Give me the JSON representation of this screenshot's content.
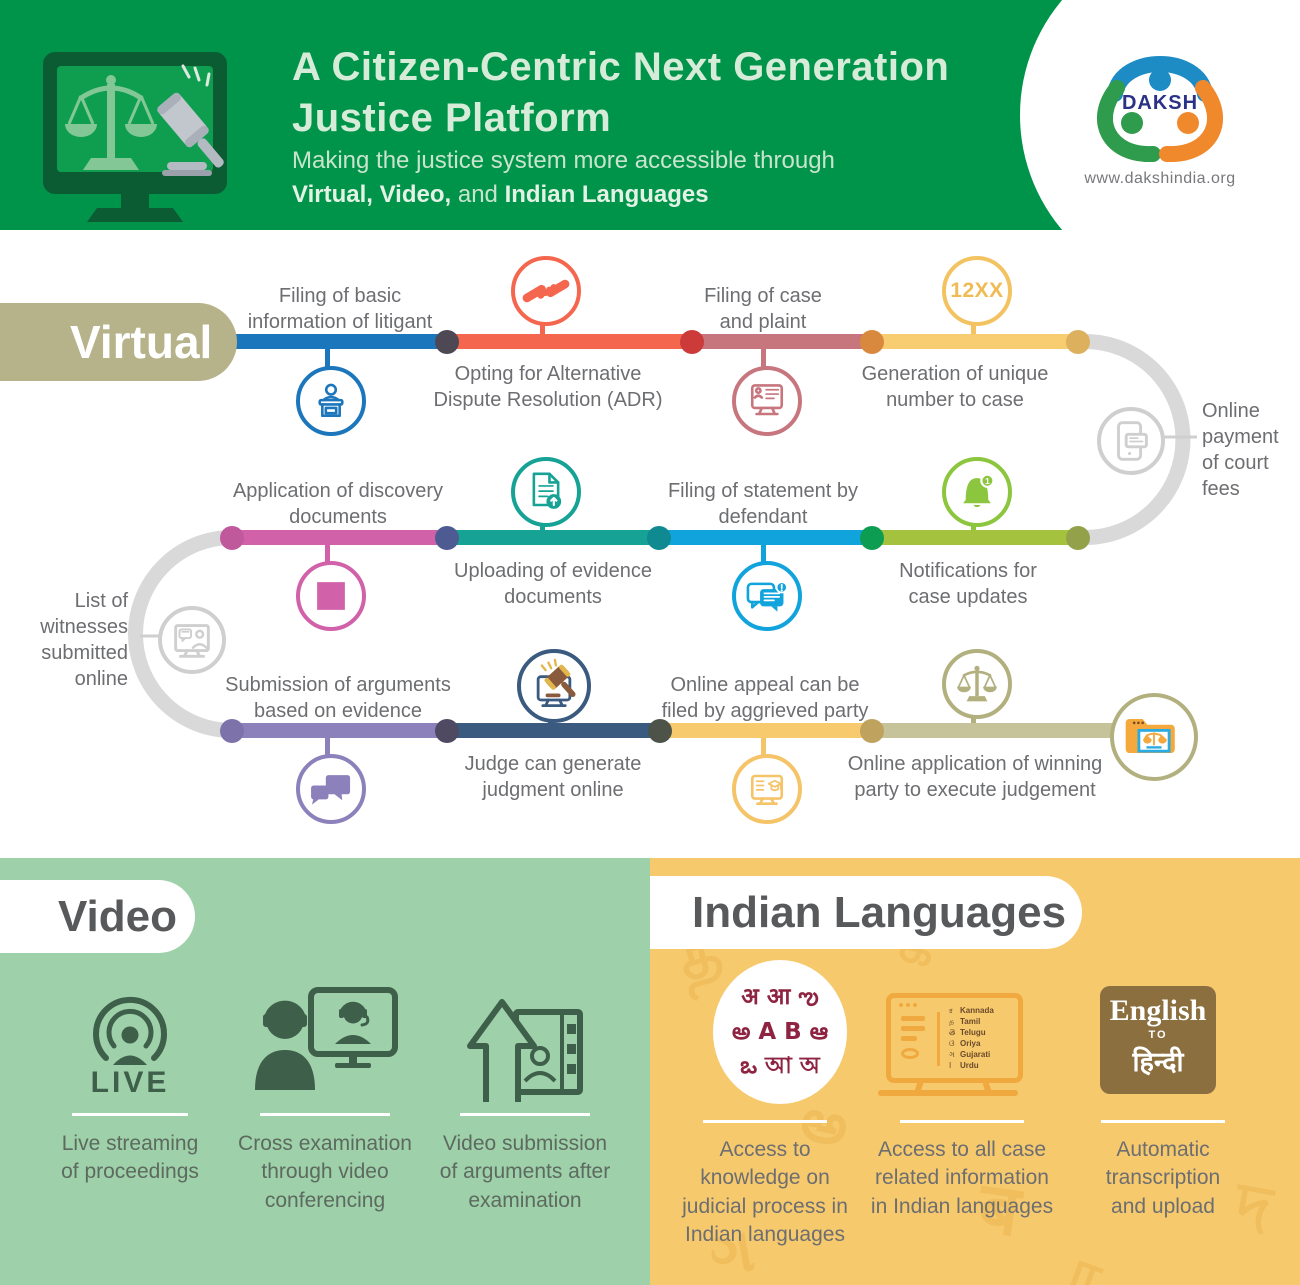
{
  "header": {
    "title": "A Citizen-Centric Next Generation\nJustice Platform",
    "subtitle_line1": "Making the justice system more accessible through",
    "subtitle_bold1": "Virtual, Video,",
    "subtitle_mid": " and ",
    "subtitle_bold2": "Indian Languages",
    "logo_text": "DAKSH",
    "website": "www.dakshindia.org"
  },
  "virtual": {
    "section_label": "Virtual",
    "steps": [
      {
        "label": "Filing of basic\ninformation of litigant",
        "icon": "podium-speaker-icon",
        "color": "#1c76bc"
      },
      {
        "label": "Opting for Alternative\nDispute Resolution (ADR)",
        "icon": "handshake-icon",
        "color": "#f4674e"
      },
      {
        "label": "Filing of case\nand plaint",
        "icon": "monitor-document-icon",
        "color": "#c7767e"
      },
      {
        "label": "Generation of unique\nnumber to case",
        "icon": "case-number-badge",
        "badge": "12XX",
        "color": "#f8cd71"
      },
      {
        "label": "Online\npayment\nof court\nfees",
        "icon": "mobile-payment-icon",
        "color": "#d9d9d9"
      },
      {
        "label": "Notifications for\ncase updates",
        "icon": "notification-bell-icon",
        "badge": "1",
        "color": "#a5c23e"
      },
      {
        "label": "Filing of statement by\ndefendant",
        "icon": "chat-messages-icon",
        "color": "#10a3dc"
      },
      {
        "label": "Uploading of evidence\ndocuments",
        "icon": "document-upload-icon",
        "color": "#17a296"
      },
      {
        "label": "Application of discovery\ndocuments",
        "icon": "document-square-icon",
        "color": "#d162a9"
      },
      {
        "label": "List of\nwitnesses\nsubmitted\nonline",
        "icon": "witness-monitor-icon",
        "color": "#d9d9d9"
      },
      {
        "label": "Submission of arguments\nbased on evidence",
        "icon": "speech-bubbles-icon",
        "color": "#8d81bb"
      },
      {
        "label": "Judge can generate\njudgment online",
        "icon": "gavel-monitor-icon",
        "color": "#3a5a80"
      },
      {
        "label": "Online appeal can be\nfiled by aggrieved party",
        "icon": "appeal-monitor-icon",
        "color": "#f7ca6e"
      },
      {
        "label": "Online application of winning\nparty to execute judgement",
        "icon": "scales-of-justice-icon",
        "color": "#c6c39b"
      }
    ],
    "end_icon": "case-folder-icon"
  },
  "video": {
    "section_label": "Video",
    "items": [
      {
        "label": "Live streaming\nof proceedings",
        "icon": "live-stream-icon",
        "icon_text": "LIVE"
      },
      {
        "label": "Cross examination\nthrough video\nconferencing",
        "icon": "video-conference-icon"
      },
      {
        "label": "Video submission\nof arguments after\nexamination",
        "icon": "video-upload-icon"
      }
    ]
  },
  "indian_languages": {
    "section_label": "Indian Languages",
    "items": [
      {
        "label": "Access to\nknowledge on\njudicial process in\nIndian languages",
        "icon": "scripts-circle-icon"
      },
      {
        "label": "Access to all case\nrelated information\nin Indian languages",
        "icon": "languages-monitor-icon"
      },
      {
        "label": "Automatic\ntranscription\nand upload",
        "icon": "english-to-hindi-icon"
      }
    ],
    "scripts_circle_letters": "अ आ ఌ\nఅ A B ఆ\nఒ আ অ",
    "monitor_languages": [
      {
        "glyph": "ಕ",
        "name": "Kannada"
      },
      {
        "glyph": "த",
        "name": "Tamil"
      },
      {
        "glyph": "తె",
        "name": "Telugu"
      },
      {
        "glyph": "ଓ",
        "name": "Oriya"
      },
      {
        "glyph": "ગ",
        "name": "Gujarati"
      },
      {
        "glyph": "ا",
        "name": "Urdu"
      }
    ],
    "translator": {
      "from": "English",
      "to_word": "TO",
      "target": "हिन्दी"
    },
    "pattern_letters": [
      "த",
      "ह",
      "అ",
      "ब",
      "দ",
      "ர",
      "ગ",
      "க"
    ]
  },
  "colors": {
    "header_green": "#00944a",
    "video_bg": "#9ed0a9",
    "languages_bg": "#f6c96d",
    "virtual_pill": "#b6b28a",
    "label_gray": "#6d6e71",
    "arc_gray": "#d9d9d9",
    "row1": [
      "#1c76bc",
      "#f4674e",
      "#c7767e",
      "#f8cd71"
    ],
    "row2": [
      "#d162a9",
      "#17a296",
      "#10a3dc",
      "#a5c23e"
    ],
    "row3": [
      "#8d81bb",
      "#3a5a80",
      "#f7ca6e",
      "#c6c39b"
    ]
  }
}
